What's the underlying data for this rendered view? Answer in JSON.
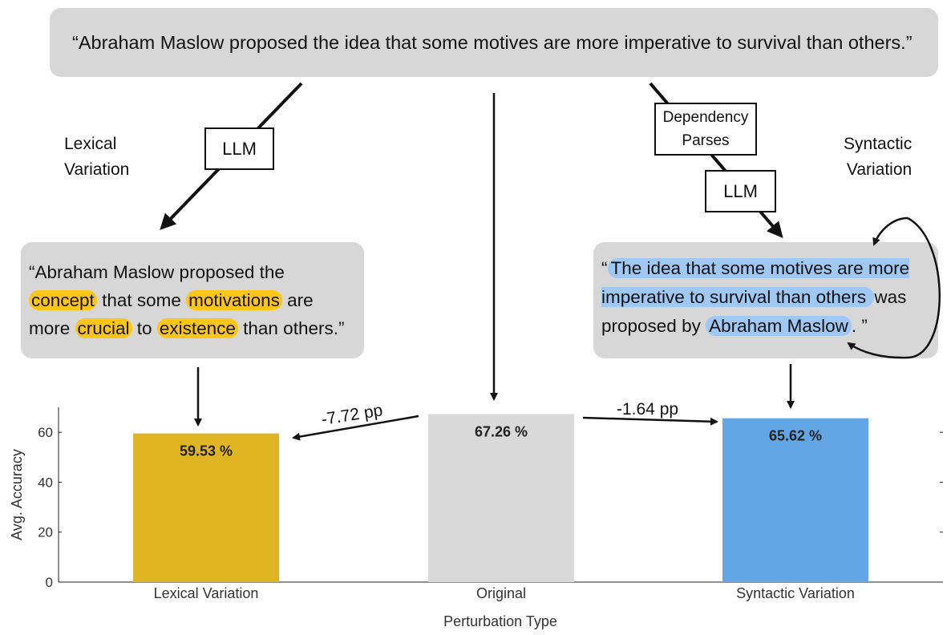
{
  "top_quote": "“Abraham Maslow proposed the idea that some motives are more imperative to survival than others.”",
  "left_branch": {
    "label_line1": "Lexical",
    "label_line2": "Variation",
    "method": "LLM",
    "quote": {
      "p1": "“Abraham Maslow proposed the ",
      "h1": "concept",
      "p2": " that some ",
      "h2": "motivations",
      "p3": " are more ",
      "h3": "crucial",
      "p4": " to ",
      "h4": "existence",
      "p5": " than others.”"
    }
  },
  "right_branch": {
    "label_line1": "Syntactic",
    "label_line2": "Variation",
    "method_line1": "Dependency",
    "method_line2": "Parses",
    "method2": "LLM",
    "quote": {
      "p1": "“",
      "h1": "The idea that some motives are more imperative to survival than others ",
      "p2": " was proposed by ",
      "h2": "Abraham Maslow",
      "p3": ". ”"
    }
  },
  "deltas": {
    "left": "-7.72 pp",
    "right": "-1.64 pp"
  },
  "chart_data": {
    "type": "bar",
    "categories": [
      "Lexical Variation",
      "Original",
      "Syntactic Variation"
    ],
    "values": [
      59.53,
      67.26,
      65.62
    ],
    "value_labels": [
      "59.53 %",
      "67.26 %",
      "65.62 %"
    ],
    "colors": [
      "#dfb523",
      "#d9d9d9",
      "#62a6e5"
    ],
    "xlabel": "Perturbation Type",
    "ylabel": "Avg. Accuracy",
    "ylim": [
      0,
      70
    ],
    "yticks": [
      0,
      20,
      40,
      60
    ]
  }
}
